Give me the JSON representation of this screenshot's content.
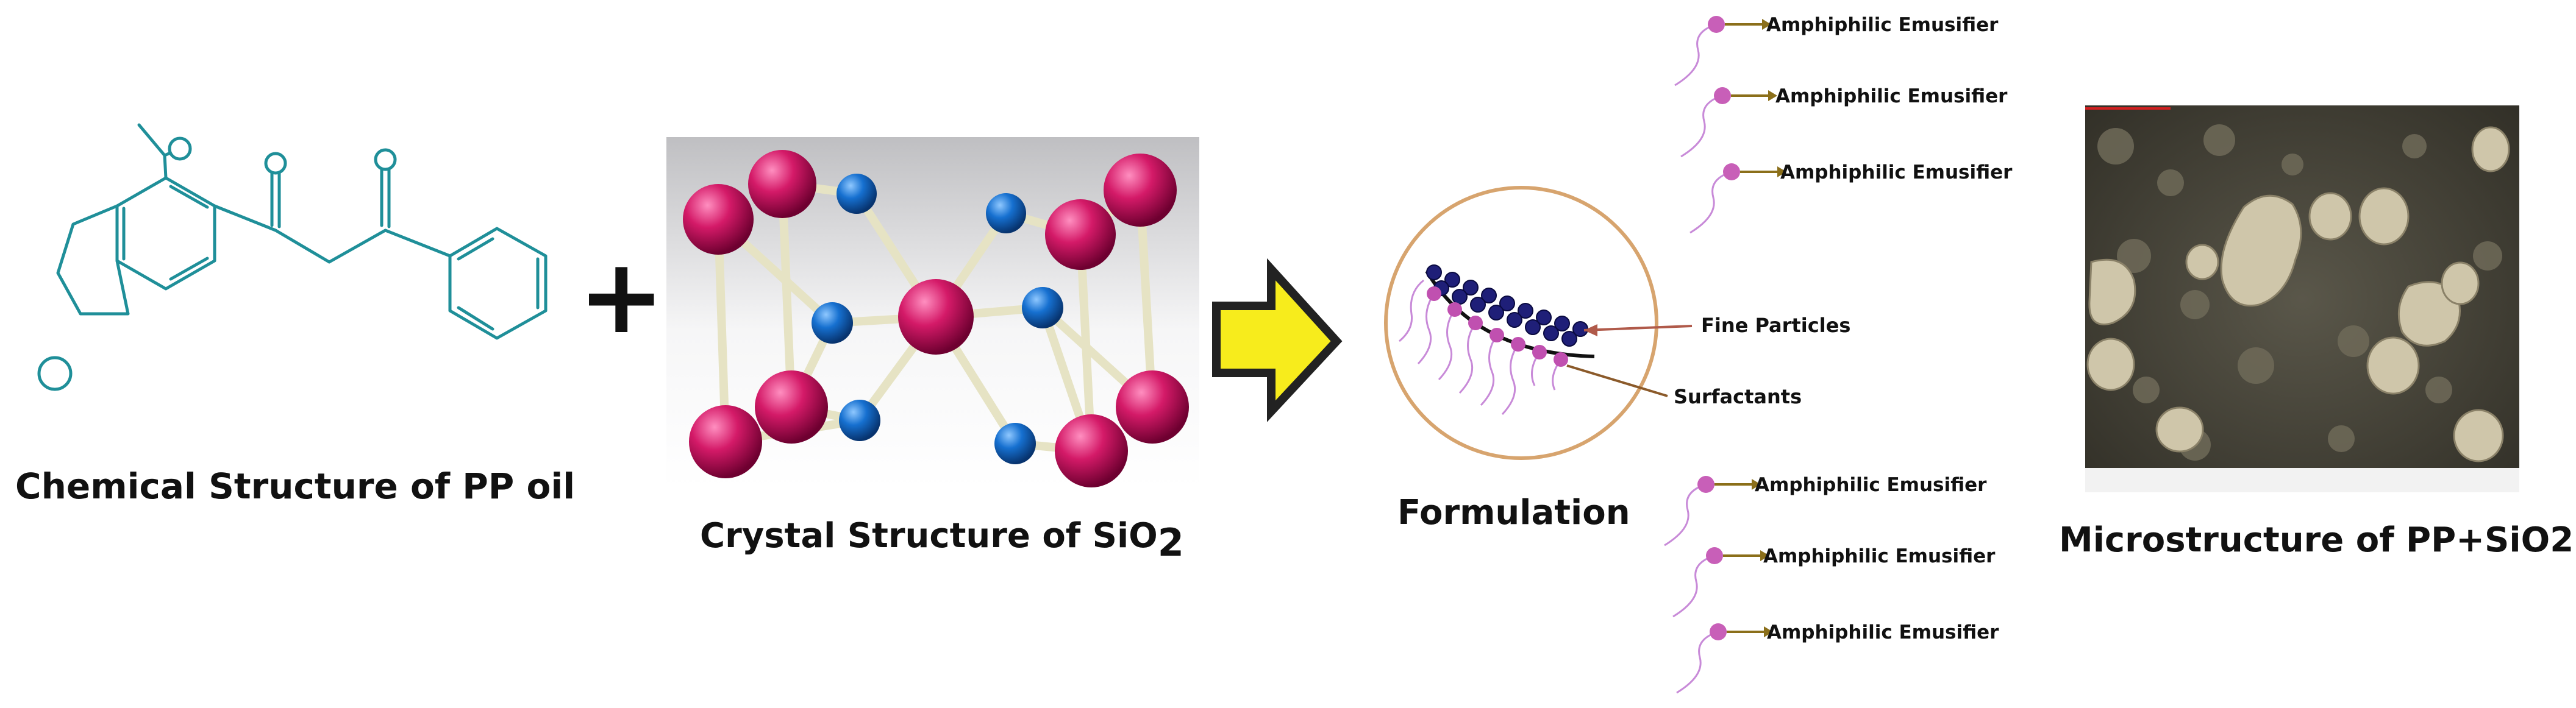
{
  "captions": {
    "pp_oil": "Chemical Structure of PP oil",
    "sio2_prefix": "Crystal Structure of SiO",
    "sio2_sub": "2",
    "formulation": "Formulation",
    "microstructure": "Microstructure of PP+SiO2"
  },
  "symbols": {
    "plus": "+"
  },
  "formulation_labels": {
    "fine_particles": "Fine Particles",
    "surfactants": "Surfactants"
  },
  "emulsifier_label": "Amphiphilic Emusifier",
  "colors": {
    "molecule": "#1f8f99",
    "oxygen_atom": "#c81560",
    "silicon_atom": "#1366c2",
    "bond": "#e6e3c4",
    "arrow_fill": "#f7ec1c",
    "circle_border": "#d7a46e",
    "surfactant_head": "#c050b0",
    "particle": "#1f1f78",
    "emulsifier_head": "#c85fb8",
    "emulsifier_arrow": "#8b6f1a"
  }
}
